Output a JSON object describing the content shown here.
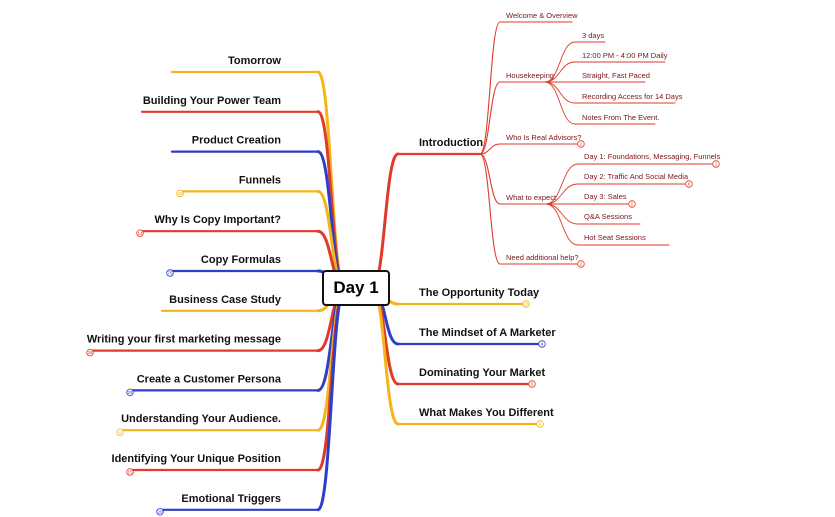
{
  "colors": {
    "red": "#e03a2a",
    "yellow": "#f2b619",
    "blue": "#2e3fc7",
    "dark_red": "#7a1515"
  },
  "root": {
    "label": "Day 1"
  },
  "left_branches": [
    {
      "label": "Tomorrow",
      "color": "yellow",
      "count": ""
    },
    {
      "label": "Building Your Power Team",
      "color": "red",
      "count": ""
    },
    {
      "label": "Product Creation",
      "color": "blue",
      "count": ""
    },
    {
      "label": "Funnels",
      "color": "yellow",
      "count": "20"
    },
    {
      "label": "Why Is Copy Important?",
      "color": "red",
      "count": "12"
    },
    {
      "label": "Copy Formulas",
      "color": "blue",
      "count": "75"
    },
    {
      "label": "Business Case Study",
      "color": "yellow",
      "count": ""
    },
    {
      "label": "Writing your first marketing message",
      "color": "red",
      "count": "38"
    },
    {
      "label": "Create a Customer Persona",
      "color": "blue",
      "count": "25"
    },
    {
      "label": "Understanding Your Audience.",
      "color": "yellow",
      "count": "6"
    },
    {
      "label": "Identifying Your Unique Position",
      "color": "red",
      "count": "15"
    },
    {
      "label": "Emotional Triggers",
      "color": "blue",
      "count": "20"
    }
  ],
  "right_branches": [
    {
      "label": "Introduction",
      "color": "red",
      "count": ""
    },
    {
      "label": "The Opportunity Today",
      "color": "yellow",
      "count": "23"
    },
    {
      "label": "The Mindset of A Marketer",
      "color": "blue",
      "count": "9"
    },
    {
      "label": "Dominating Your Market",
      "color": "red",
      "count": "5"
    },
    {
      "label": "What Makes You Different",
      "color": "yellow",
      "count": "6"
    }
  ],
  "introduction_children": [
    {
      "label": "Welcome & Overview",
      "count": ""
    },
    {
      "label": "Housekeeping",
      "count": ""
    },
    {
      "label": "Who Is Real Advisors?",
      "count": "2"
    },
    {
      "label": "What to expect",
      "count": ""
    },
    {
      "label": "Need additional help?",
      "count": "2"
    }
  ],
  "housekeeping_children": [
    {
      "label": "3 days",
      "count": ""
    },
    {
      "label": "12:00 PM - 4:00 PM Daily",
      "count": ""
    },
    {
      "label": "Straight, Fast Paced",
      "count": ""
    },
    {
      "label": "Recording Access for 14 Days",
      "count": ""
    },
    {
      "label": "Notes From The Event.",
      "count": ""
    }
  ],
  "expect_children": [
    {
      "label": "Day 1: Foundations, Messaging, Funnels",
      "count": "2"
    },
    {
      "label": "Day 2: Traffic And Social Media",
      "count": "8"
    },
    {
      "label": "Day 3: Sales",
      "count": "5"
    },
    {
      "label": "Q&A Sessions",
      "count": ""
    },
    {
      "label": "Hot Seat Sessions",
      "count": ""
    }
  ]
}
